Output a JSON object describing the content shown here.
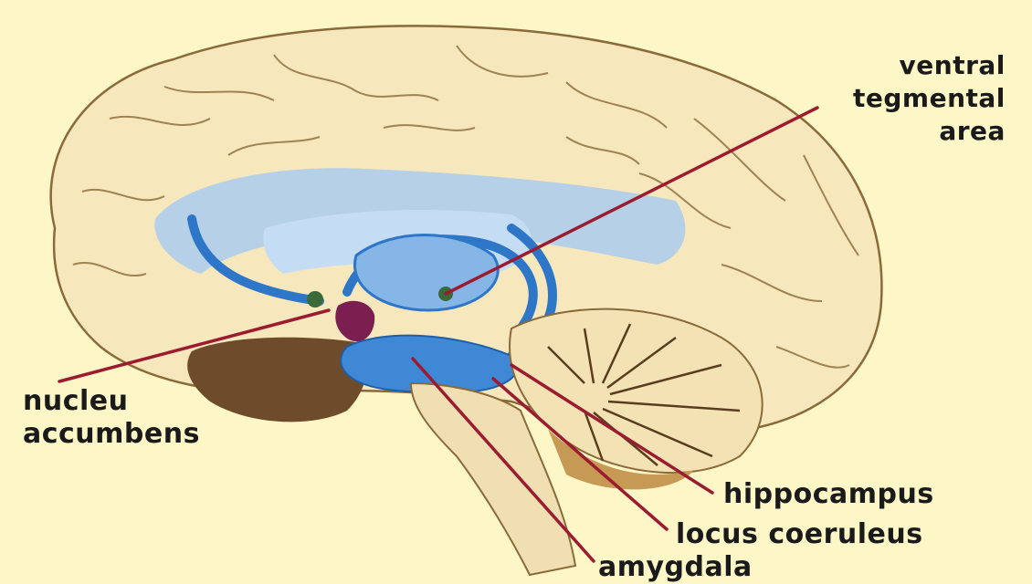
{
  "labels": {
    "vta_line1": "ventral",
    "vta_line2": "tegmental",
    "vta_line3": "area",
    "nacc_line1": "nucleu",
    "nacc_line2": "accumbens",
    "hippocampus": "hippocampus",
    "locus_coeruleus": "locus coeruleus",
    "amygdala": "amygdala"
  },
  "colors": {
    "background": "#fdf6c7",
    "cortex": "#f6e7bd",
    "ventricle_blue": "#86b6e6",
    "deep_blue": "#2e77c8",
    "cerebellum": "#c69a55",
    "temporal_brown": "#6e4b2a",
    "leader_line": "#9b1b30",
    "nucleus_purple": "#7a1f4f"
  }
}
